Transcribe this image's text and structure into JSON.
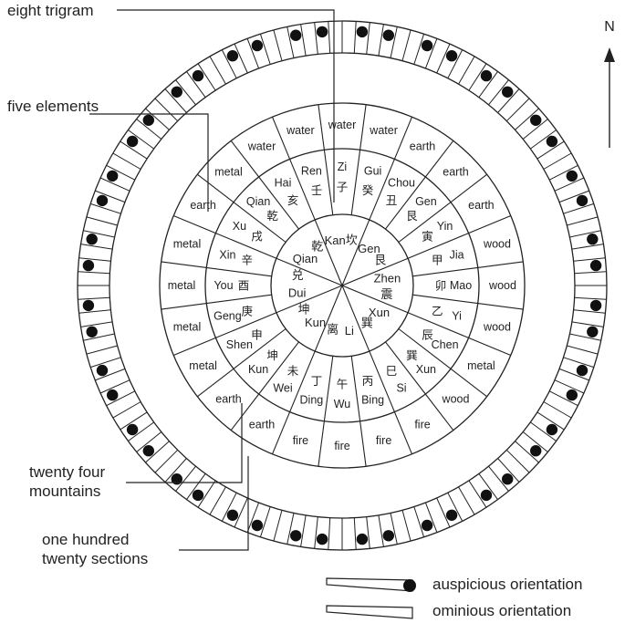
{
  "callouts": {
    "eight_trigram": "eight trigram",
    "five_elements": "five elements",
    "twenty_four_mountains": [
      "twenty four",
      "mountains"
    ],
    "one_hundred_twenty": [
      "one hundred",
      "twenty sections"
    ]
  },
  "north_label": "N",
  "trigrams": [
    {
      "en": "Kan",
      "zh": "坎"
    },
    {
      "en": "Gen",
      "zh": "艮"
    },
    {
      "en": "Zhen",
      "zh": "震"
    },
    {
      "en": "Xun",
      "zh": "巽"
    },
    {
      "en": "Li",
      "zh": "离"
    },
    {
      "en": "Kun",
      "zh": "坤"
    },
    {
      "en": "Dui",
      "zh": "兑"
    },
    {
      "en": "Qian",
      "zh": "乾"
    }
  ],
  "mountains": [
    {
      "en": "Zi",
      "zh": "子"
    },
    {
      "en": "Gui",
      "zh": "癸"
    },
    {
      "en": "Chou",
      "zh": "丑"
    },
    {
      "en": "Gen",
      "zh": "艮"
    },
    {
      "en": "Yin",
      "zh": "寅"
    },
    {
      "en": "Jia",
      "zh": "甲"
    },
    {
      "en": "Mao",
      "zh": "卯"
    },
    {
      "en": "Yi",
      "zh": "乙"
    },
    {
      "en": "Chen",
      "zh": "辰"
    },
    {
      "en": "Xun",
      "zh": "巽"
    },
    {
      "en": "Si",
      "zh": "巳"
    },
    {
      "en": "Bing",
      "zh": "丙"
    },
    {
      "en": "Wu",
      "zh": "午"
    },
    {
      "en": "Ding",
      "zh": "丁"
    },
    {
      "en": "Wei",
      "zh": "未"
    },
    {
      "en": "Kun",
      "zh": "坤"
    },
    {
      "en": "Shen",
      "zh": "申"
    },
    {
      "en": "Geng",
      "zh": "庚"
    },
    {
      "en": "You",
      "zh": "酉"
    },
    {
      "en": "Xin",
      "zh": "辛"
    },
    {
      "en": "Xu",
      "zh": "戌"
    },
    {
      "en": "Qian",
      "zh": "乾"
    },
    {
      "en": "Hai",
      "zh": "亥"
    },
    {
      "en": "Ren",
      "zh": "壬"
    }
  ],
  "elements": [
    "water",
    "water",
    "earth",
    "earth",
    "earth",
    "wood",
    "wood",
    "wood",
    "metal",
    "wood",
    "fire",
    "fire",
    "fire",
    "fire",
    "earth",
    "earth",
    "metal",
    "metal",
    "metal",
    "metal",
    "earth",
    "metal",
    "water",
    "water"
  ],
  "outer_sections": 120,
  "auspicious_dot_count": 48,
  "legend": [
    {
      "label": "auspicious orientation",
      "dot": true
    },
    {
      "label": "ominious orientation",
      "dot": false
    }
  ]
}
